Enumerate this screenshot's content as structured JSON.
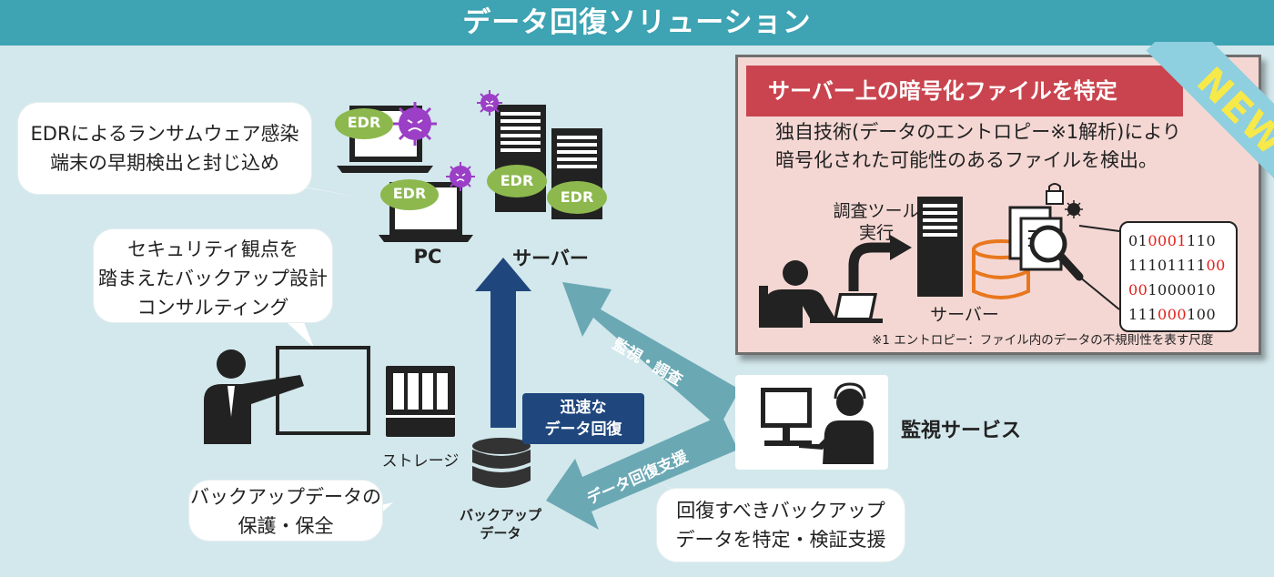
{
  "title": "データ回復ソリューション",
  "bubbles": {
    "edr_line1": "EDRによるランサムウェア感染",
    "edr_line2": "端末の早期検出と封じ込め",
    "consult_line1": "セキュリティ観点を",
    "consult_line2": "踏まえたバックアップ設計",
    "consult_line3": "コンサルティング",
    "protect_line1": "バックアップデータの",
    "protect_line2": "保護・保全",
    "identify_line1": "回復すべきバックアップ",
    "identify_line2": "データを特定・検証支援"
  },
  "labels": {
    "pc": "PC",
    "server": "サーバー",
    "edr_badge": "EDR",
    "storage": "ストレージ",
    "backup_line1": "バックアップ",
    "backup_line2": "データ",
    "monitor_service": "監視サービス"
  },
  "arrows": {
    "monitor_investigate": "監視・調査",
    "recovery_support": "データ回復支援",
    "fast_line1": "迅速な",
    "fast_line2": "データ回復"
  },
  "panel": {
    "heading": "サーバー上の暗号化ファイルを特定",
    "new_ribbon": "NEW",
    "desc_line1": "独自技術(データのエントロピー※1解析)により",
    "desc_line2": "暗号化された可能性のあるファイルを検出。",
    "tool_line1": "調査ツール",
    "tool_line2": "実行",
    "server_label": "サーバー",
    "footnote": "※1 エントロピー：ファイル内のデータの不規則性を表す尺度",
    "binary_rows": [
      [
        "01",
        "0001",
        "110"
      ],
      [
        "11101111",
        "00",
        ""
      ],
      [
        "",
        "00",
        "1000010"
      ],
      [
        "111",
        "000",
        "100"
      ]
    ]
  },
  "colors": {
    "background": "#d3e8ec",
    "title_bar": "#3ea3b3",
    "edr_badge": "#8cb84e",
    "virus": "#9b3fc6",
    "arrow_teal": "#6aa8b4",
    "arrow_navy": "#1f477e",
    "panel_bg": "#f4d7d3",
    "panel_head": "#c9444e",
    "ribbon": "#8ecfe0",
    "ribbon_text": "#f7e94a",
    "highlight_red": "#e0201b"
  }
}
